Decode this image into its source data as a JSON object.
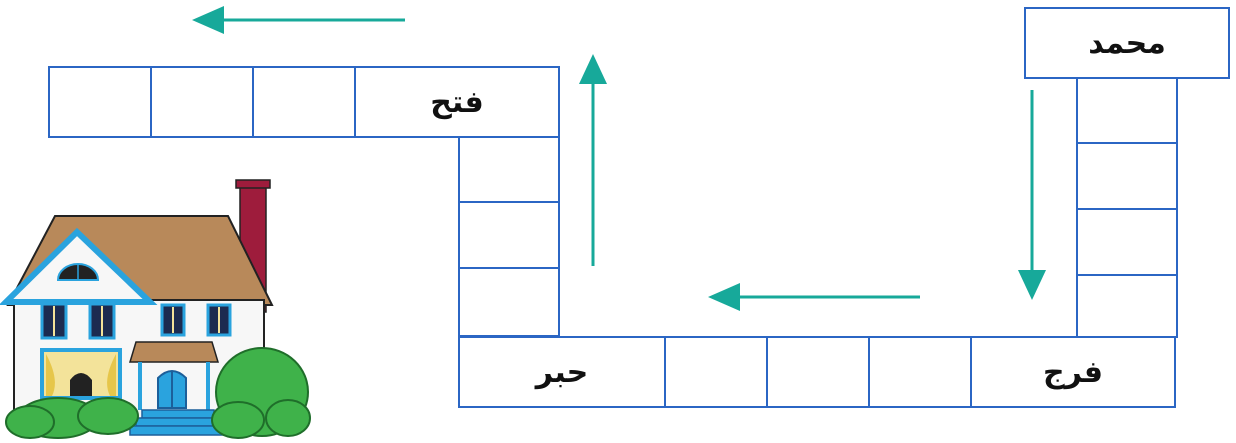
{
  "words": {
    "start": "محمد",
    "turn_bottom_right": "فرج",
    "turn_bottom_left": "حبر",
    "turn_top": "فتح"
  },
  "colors": {
    "cell_border": "#2b66c4",
    "arrow": "#17a99a",
    "roof": "#b8895a",
    "house_wall": "#f7f7f7",
    "trim": "#2aa3de",
    "chimney": "#9e1c3c",
    "bush": "#3fb24a",
    "window_glow": "#f3e39a"
  },
  "icons": [
    "house-illustration",
    "arrow-down-icon",
    "arrow-left-icon",
    "arrow-up-icon"
  ]
}
